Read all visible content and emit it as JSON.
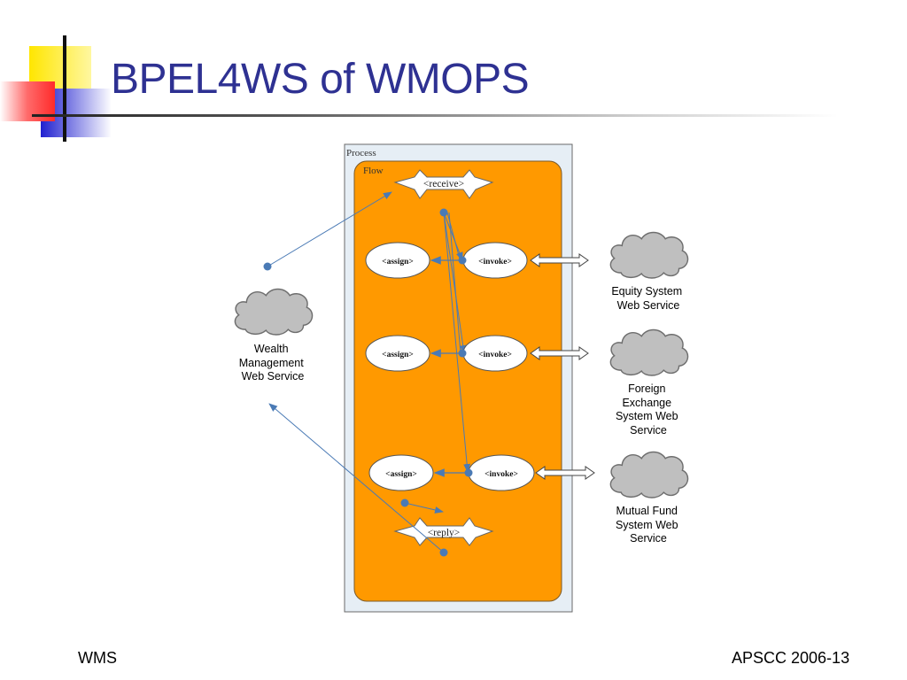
{
  "slide": {
    "title": "BPEL4WS of WMOPS",
    "footer_left": "WMS",
    "footer_right": "APSCC 2006-13"
  },
  "diagram": {
    "process_label": "Process",
    "flow_label": "Flow",
    "receive_label": "<receive>",
    "reply_label": "<reply>",
    "assign_label": "<assign>",
    "invoke_label": "<invoke>",
    "wealth_service": [
      "Wealth",
      "Management",
      "Web Service"
    ],
    "equity_service": [
      "Equity System",
      "Web Service"
    ],
    "forex_service": [
      "Foreign",
      "Exchange",
      "System Web",
      "Service"
    ],
    "mutual_service": [
      "Mutual Fund",
      "System Web",
      "Service"
    ]
  },
  "colors": {
    "title": "#2e3192",
    "flow_fill": "#ff9900",
    "process_fill": "#e6eef5",
    "cloud": "#bfbfbf",
    "connector": "#4a7ab5"
  }
}
